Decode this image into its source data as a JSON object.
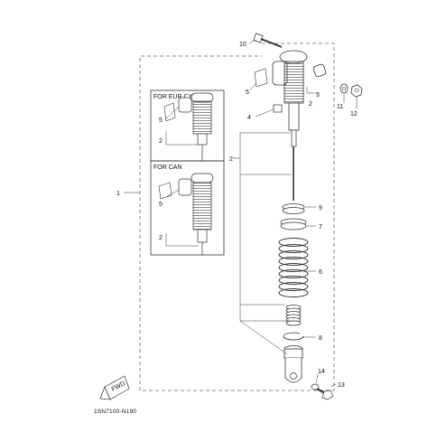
{
  "diagram": {
    "part_code": "1SN7100-N190",
    "fwd_label": "FWD",
    "insets": [
      {
        "title": "FOR EUR,CYP"
      },
      {
        "title": "FOR CAN"
      }
    ],
    "callouts": {
      "n1": "1",
      "n2_main": "2",
      "n2_top": "2",
      "n2_inset1": "2",
      "n2_inset2": "2",
      "n3": "3",
      "n4": "4",
      "n5_main": "5",
      "n5_inset1": "5",
      "n5_inset2": "5",
      "n6": "6",
      "n7": "7",
      "n8": "8",
      "n9": "9",
      "n10": "10",
      "n11": "11",
      "n12": "12",
      "n13": "13",
      "n14": "14"
    }
  }
}
